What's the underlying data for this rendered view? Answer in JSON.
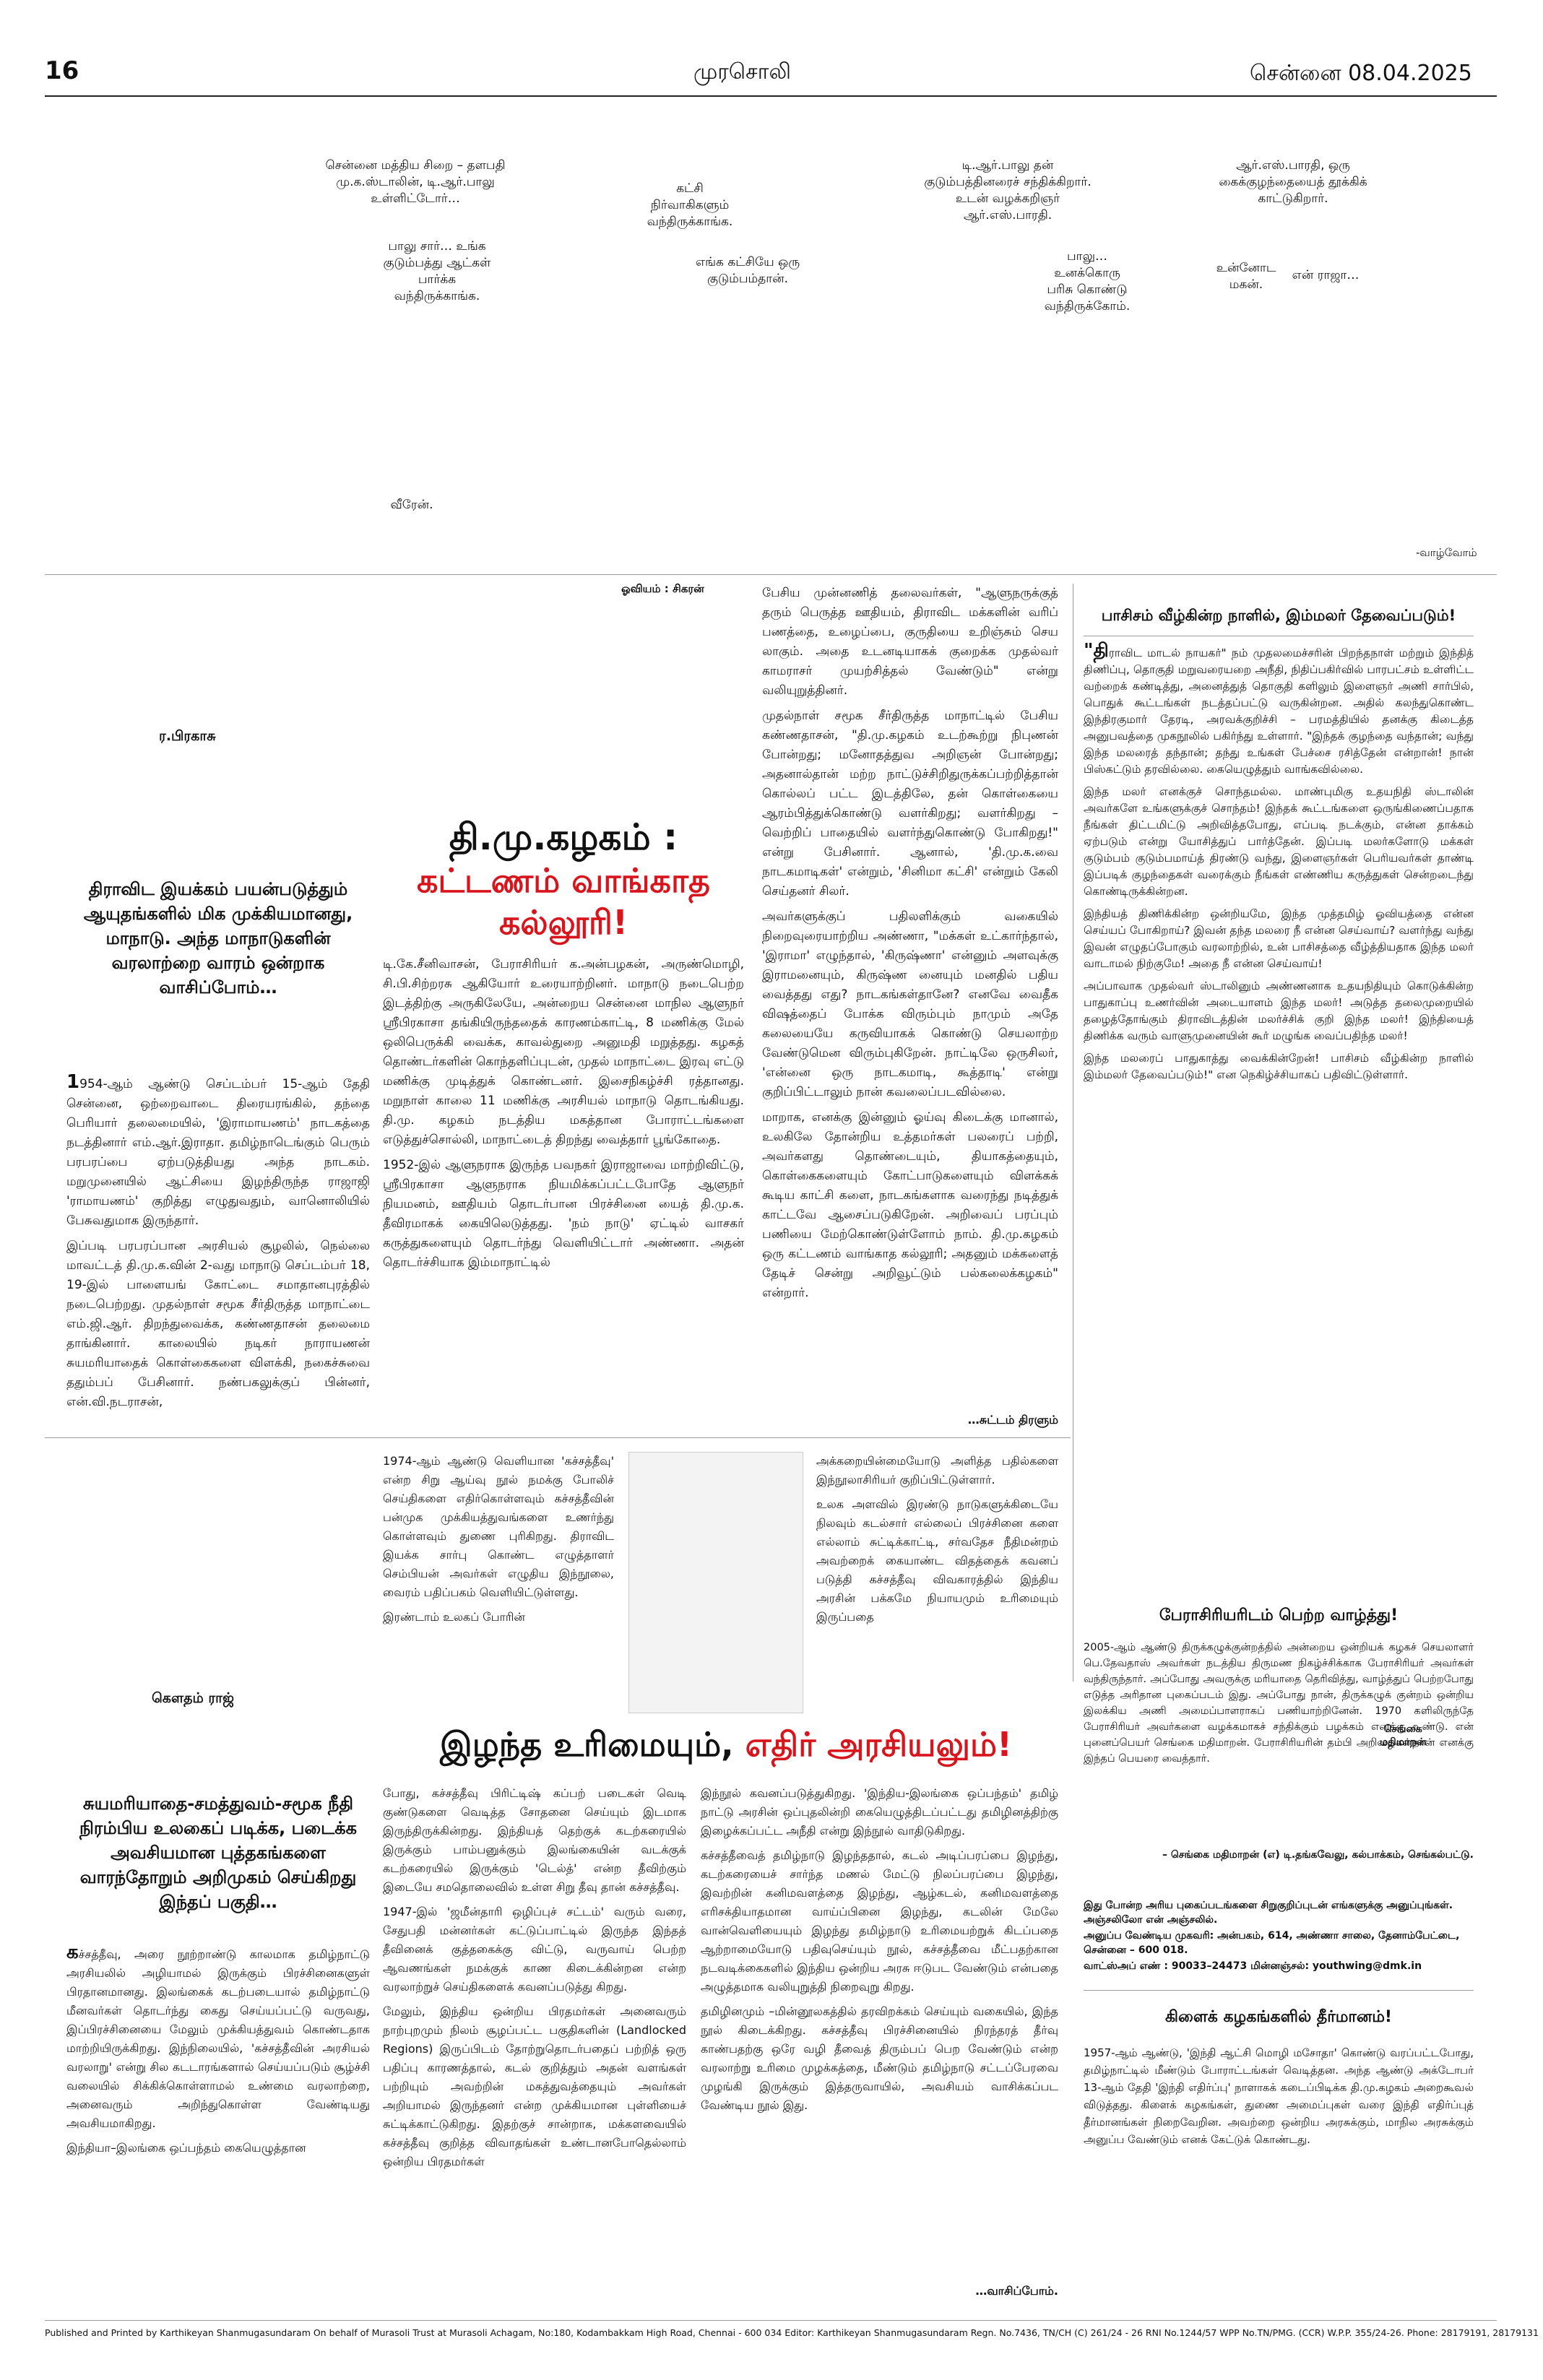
{
  "masthead": {
    "page_number": "16",
    "paper_name": "முரசொலி",
    "date_line": "சென்னை 08.04.2025"
  },
  "cartoon": {
    "bubbles": [
      "சென்னை மத்திய சிறை – தளபதி மு.க.ஸ்டாலின், டி.ஆர்.பாலு உள்ளிட்டோர்…",
      "கட்சி நிர்வாகிகளும் வந்திருக்காங்க.",
      "டி.ஆர்.பாலு தன் குடும்பத்தினரைச் சந்திக்கிறார். உடன் வழக்கறிஞர் ஆர்.எஸ்.பாரதி.",
      "ஆர்.எஸ்.பாரதி, ஒரு கைக்குழந்தையைத் தூக்கிக் காட்டுகிறார்.",
      "பாலு சார்… உங்க குடும்பத்து ஆட்கள் பார்க்க வந்திருக்காங்க.",
      "எங்க கட்சியே ஒரு குடும்பம்தான்.",
      "பாலு… உனக்கொரு பரிசு கொண்டு வந்திருக்கோம்.",
      "உன்னோட மகன்.",
      "என் ராஜா…",
      "வீரேன்."
    ],
    "signoff": "-வாழ்வோம்",
    "artist_credit": "ஓவியம் : சிகரன்"
  },
  "article1": {
    "author": "ர.பிரகாசு",
    "title_line1": "தி.மு.கழகம் :",
    "title_line2": "கட்டணம் வாங்காத",
    "title_line3": "கல்லூரி!",
    "intro": "திராவிட இயக்கம் பயன்படுத்தும் ஆயுதங்களில் மிக முக்கியமானது, மாநாடு. அந்த மாநாடுகளின் வரலாற்றை வாரம் ஒன்றாக வாசிப்போம்…",
    "col1": [
      "1954-ஆம் ஆண்டு செப்டம்பர் 15-ஆம் தேதி சென்னை, ஒற்றைவாடை திரையரங்கில், தந்தை பெரியார் தலைமையில், 'இராமாயணம்' நாடகத்தை நடத்தினார் எம்.ஆர்.இராதா. தமிழ்நாடெங்கும் பெரும் பரபரப்பை ஏற்படுத்தியது அந்த நாடகம். மறுமுனையில் ஆட்சியை இழந்திருந்த ராஜாஜி 'ராமாயணம்' குறித்து எழுதுவதும், வானொலியில் பேசுவதுமாக இருந்தார்.",
      "இப்படி பரபரப்பான அரசியல் சூழலில், நெல்லை மாவட்டத் தி.மு.க.வின் 2-வது மாநாடு செப்டம்பர் 18, 19-இல் பாளையங் கோட்டை சமாதானபுரத்தில் நடைபெற்றது. முதல்நாள் சமூக சீர்திருத்த மாநாட்டை எம்.ஜி.ஆர். திறந்துவைக்க, கண்ணதாசன் தலைமை தாங்கினார். காலையில் நடிகர் நாராயணன் சுயமரியாதைக் கொள்கைகளை விளக்கி, நகைச்சுவை ததும்பப் பேசினார். நண்பகலுக்குப் பின்னர், என்.வி.நடராசன்,"
    ],
    "col2": [
      "டி.கே.சீனிவாசன், பேராசிரியர் க.அன்பழகன், அருண்மொழி, சி.பி.சிற்றரசு ஆகியோர் உரையாற்றினர். மாநாடு நடைபெற்ற இடத்திற்கு அருகிலேயே, அன்றைய சென்னை மாநில ஆளுநர் ஸ்ரீபிரகாசா தங்கியிருந்ததைக் காரணம்காட்டி, 8 மணிக்கு மேல் ஒலிபெருக்கி வைக்க, காவல்துறை அனுமதி மறுத்தது. கழகத் தொண்டர்களின் கொந்தளிப்புடன், முதல் மாநாட்டை இரவு எட்டு மணிக்கு முடித்துக் கொண்டனர். இசைநிகழ்ச்சி ரத்தானது. மறுநாள் காலை 11 மணிக்கு அரசியல் மாநாடு தொடங்கியது. தி.மு. கழகம் நடத்திய மகத்தான போராட்டங்களை எடுத்துச்சொல்லி, மாநாட்டைத் திறந்து வைத்தார் பூங்கோதை.",
      "1952-இல் ஆளுநராக இருந்த பவநகர் இராஜாவை மாற்றிவிட்டு, ஸ்ரீபிரகாசா ஆளுநராக நியமிக்கப்பட்டபோதே ஆளுநர் நியமனம், ஊதியம் தொடர்பான பிரச்சினை யைத் தி.மு.க. தீவிரமாகக் கையிலெடுத்தது. 'நம் நாடு' ஏட்டில் வாசகர் கருத்துகளையும் தொடர்ந்து வெளியிட்டார் அண்ணா. அதன் தொடர்ச்சியாக இம்மாநாட்டில்"
    ],
    "col3": [
      "பேசிய முன்னணித் தலைவர்கள், \"ஆளுநருக்குத் தரும் பெருத்த ஊதியம், திராவிட மக்களின் வரிப் பணத்தை, உழைப்பை, குருதியை உறிஞ்சும் செய லாகும். அதை உடனடியாகக் குறைக்க முதல்வர் காமராசர் முயற்சித்தல் வேண்டும்\" என்று வலியுறுத்தினர்.",
      "முதல்நாள் சமூக சீர்திருத்த மாநாட்டில் பேசிய கண்ணதாசன், \"தி.மு.கழகம் உடற்கூற்று நிபுணன் போன்றது; மனோதத்துவ அறிஞன் போன்றது; அதனால்தான் மற்ற நாட்டுச்சிறிதுருக்கப்பற்றித்தான் கொல்லப் பட்ட இடத்திலே, தன் கொள்கையை ஆரம்பித்துக்கொண்டு வளர்கிறது; வளர்கிறது – வெற்றிப் பாதையில் வளர்ந்துகொண்டு போகிறது!\" என்று பேசினார். ஆனால், 'தி.மு.க.வை நாடகமாடிகள்' என்றும், 'சினிமா கட்சி' என்றும் கேலி செய்தனர் சிலர்.",
      "அவர்களுக்குப் பதிலளிக்கும் வகையில் நிறைவுரையாற்றிய அண்ணா, \"மக்கள் உட்கார்ந்தால், 'இராமா' எழுந்தால், 'கிருஷ்ணா' என்னும் அளவுக்கு இராமனையும், கிருஷ்ண னையும் மனதில் பதிய வைத்தது எது? நாடகங்கள்தானே? எனவே வைதீக விஷத்தைப் போக்க விரும்பும் நாமும் அதே கலையையே கருவியாகக் கொண்டு செயலாற்ற வேண்டுமென விரும்புகிறேன். நாட்டிலே ஒருசிலர், 'என்னை ஒரு நாடகமாடி, கூத்தாடி' என்று குறிப்பிட்டாலும் நான் கவலைப்படவில்லை.",
      "மாறாக, எனக்கு இன்னும் ஓய்வு கிடைக்கு மானால், உலகிலே தோன்றிய உத்தமர்கள் பலரைப் பற்றி, அவர்களது தொண்டையும், தியாகத்தையும், கொள்கைகளையும் கோட்பாடுகளையும் விளக்கக் கூடிய காட்சி களை, நாடகங்களாக வரைந்து நடித்துக் காட்டவே ஆசைப்படுகிறேன். அறிவைப் பரப்பும் பணியை மேற்கொண்டுள்ளோம் நாம். தி.மு.கழகம் ஒரு கட்டணம் வாங்காத கல்லூரி; அதனும் மக்களைத் தேடிச் சென்று அறிவூட்டும் பல்கலைக்கழகம்\" என்றார்."
    ],
    "continued": "…சுட்டம் திரளும்"
  },
  "article2": {
    "author": "கௌதம் ராஜ்",
    "title_black": "இழந்த உரிமையும், ",
    "title_red": "எதிர் அரசியலும்!",
    "intro": "சுயமரியாதை-சமத்துவம்-சமூக நீதி நிரம்பிய உலகைப் படிக்க, படைக்க அவசியமான புத்தகங்களை வாரந்தோறும் அறிமுகம் செய்கிறது இந்தப் பகுதி…",
    "col1": [
      "கச்சத்தீவு, அரை நூற்றாண்டு காலமாக தமிழ்நாட்டு அரசியலில் அழியாமல் இருக்கும் பிரச்சினைகளுள் பிரதானமானது. இலங்கைக் கடற்படையால் தமிழ்நாட்டு மீனவர்கள் தொடர்ந்து கைது செய்யப்பட்டு வருவது, இப்பிரச்சினையை மேலும் முக்கியத்துவம் கொண்டதாக மாற்றியிருக்கிறது. இந்நிலையில், 'கச்சத்தீவின் அரசியல் வரலாறு' என்று சில கடடாரங்களால் செய்யப்படும் சூழ்ச்சி வலையில் சிக்கிக்கொள்ளாமல் உண்மை வரலாற்றை, அனைவரும் அறிந்துகொள்ள வேண்டியது அவசியமாகிறது.",
      "இந்தியா–இலங்கை ஒப்பந்தம் கையெழுத்தான"
    ],
    "upper_left": [
      "1974-ஆம் ஆண்டு வெளியான 'கச்சத்தீவு' என்ற சிறு ஆய்வு நூல் நமக்கு போலிச் செய்திகளை எதிர்கொள்ளவும் கச்சத்தீவின் பன்முக முக்கியத்துவங்களை உணர்ந்து கொள்ளவும் துணை புரிகிறது. திராவிட இயக்க சார்பு கொண்ட எழுத்தாளர் செம்பியன் அவர்கள் எழுதிய இந்நூலை, வைரம் பதிப்பகம் வெளியிட்டுள்ளது.",
      "இரண்டாம் உலகப் போரின்"
    ],
    "upper_right": [
      "அக்கறையின்மையோடு அளித்த பதில்களை இந்நூலாசிரியர் குறிப்பிட்டுள்ளார்.",
      "உலக அளவில் இரண்டு நாடுகளுக்கிடையே நிலவும் கடல்சார் எல்லைப் பிரச்சினை களை எல்லாம் சுட்டிக்காட்டி, சர்வதேச நீதிமன்றம் அவற்றைக் கையாண்ட விதத்தைக் கவனப் படுத்தி கச்சத்தீவு விவகாரத்தில் இந்திய அரசின் பக்கமே நியாயமும் உரிமையும் இருப்பதை"
    ],
    "col2": [
      "போது, கச்சத்தீவு பிரிட்டிஷ் கப்பற் படைகள் வெடி குண்டுகளை வெடித்த சோதனை செய்யும் இடமாக இருந்திருக்கின்றது. இந்தியத் தெற்குக் கடற்கரையில் இருக்கும் பாம்பனுக்கும் இலங்கையின் வடக்குக் கடற்கரையில் இருக்கும் 'டெல்த்' என்ற தீவிற்கும் இடையே சமதொலைவில் உள்ள சிறு தீவு தான் கச்சத்தீவு.",
      "1947-இல் 'ஜமீன்தாரி ஒழிப்புச் சட்டம்' வரும் வரை, சேதுபதி மன்னர்கள் கட்டுப்பாட்டில் இருந்த இந்தத் தீவினைக் குத்தகைக்கு விட்டு, வருவாய் பெற்ற ஆவணங்கள் நமக்குக் காண கிடைக்கின்றன என்ற வரலாற்றுச் செய்திகளைக் கவனப்படுத்து கிறது.",
      "மேலும், இந்திய ஒன்றிய பிரதமர்கள் அனைவரும் நாற்புறமும் நிலம் சூழப்பட்ட பகுதிகளின் (Landlocked Regions) இருப்பிடம் தோற்றுதொடர்பதைப் பற்றித் ஒரு பதிப்பு காரணத்தால், கடல் குறித்தும் அதன் வளங்கள் பற்றியும் அவற்றின் மகத்துவத்தையும் அவர்கள் அறியாமல் இருந்தனர் என்ற முக்கியமான புள்ளியைச் சுட்டிக்காட்டுகிறது. இதற்குச் சான்றாக, மக்களவையில் கச்சத்தீவு குறித்த விவாதங்கள் உண்டானபோதெல்லாம் ஒன்றிய பிரதமர்கள்"
    ],
    "col3": [
      "இந்நூல் கவனப்படுத்துகிறது. 'இந்திய-இலங்கை ஒப்பந்தம்' தமிழ் நாட்டு அரசின் ஒப்புதலின்றி கையெழுத்திடப்பட்டது தமிழினத்திற்கு இழைக்கப்பட்ட அநீதி என்று இந்நூல் வாதிடுகிறது.",
      "கச்சத்தீவைத் தமிழ்நாடு இழந்ததால், கடல் அடிப்பரப்பை இழந்து, கடற்கரையைச் சார்ந்த மணல் மேட்டு நிலப்பரப்பை இழந்து, இவற்றின் கனிமவளத்தை இழந்து, ஆழ்கடல், கனிமவளத்தை எரிசக்தியாதமான வாய்ப்பினை இழந்து, கடலின் மேலே வான்வெளியையும் இழந்து தமிழ்நாடு உரிமையற்றுக் கிடப்பதை ஆற்றாமையோடு பதிவுசெய்யும் நூல், கச்சத்தீவை மீட்பதற்கான நடவடிக்கைகளில் இந்திய ஒன்றிய அரசு ஈடுபட வேண்டும் என்பதை அழுத்தமாக வலியுறுத்தி நிறைவுறு கிறது.",
      "தமிழினமும் –மின்னூலகத்தில் தரவிறக்கம் செய்யும் வகையில், இந்த நூல் கிடைக்கிறது. கச்சத்தீவு பிரச்சினையில் நிரந்தரத் தீர்வு காண்பதற்கு ஒரே வழி தீவைத் திரும்பப் பெற வேண்டும் என்ற வரலாற்று உரிமை முழக்கத்தை, மீண்டும் தமிழ்நாடு சட்டப்பேரவை முழங்கி இருக்கும் இத்தருவாயில், அவசியம் வாசிக்கப்பட வேண்டிய நூல் இது."
    ],
    "continued": "…வாசிப்போம்."
  },
  "sidebar": {
    "box1": {
      "title": "பாசிசம் வீழ்கின்ற நாளில், இம்மலர் தேவைப்படும்!",
      "paras": [
        "\"திராவிட மாடல் நாயகர்\" நம் முதலமைச்சரின் பிறந்தநாள் மற்றும் இந்தித் திணிப்பு, தொகுதி மறுவரையறை அநீதி, நிதிப்பகிர்வில் பாரபட்சம் உள்ளிட்ட வற்றைக் கண்டித்து, அனைத்துத் தொகுதி களிலும் இளைஞர் அணி சார்பில், பொதுக் கூட்டங்கள் நடத்தப்பட்டு வருகின்றன. அதில் கலந்துகொண்ட இந்திரகுமார் தேரடி, அரவக்குறிச்சி – பரமத்தியில் தனக்கு கிடைத்த அனுபவத்தை முகநூலில் பகிர்ந்து உள்ளார். \"இந்தக் குழந்தை வந்தான்; வந்து இந்த மலரைத் தந்தான்; தந்து உங்கள் பேச்சை ரசித்தேன் என்றான்! நான் பிஸ்கட்டும் தரவில்லை. கையெழுத்தும் வாங்கவில்லை.",
        "இந்த மலர் எனக்குச் சொந்தமல்ல. மாண்புமிகு உதயநிதி ஸ்டாலின் அவர்களே உங்களுக்குச் சொந்தம்! இந்தக் கூட்டங்களை ஒருங்கிணைப்பதாக நீங்கள் திட்டமிட்டு அறிவித்தபோது, எப்படி நடக்கும், என்ன தாக்கம் ஏற்படும் என்று யோசித்துப் பார்த்தேன். இப்படி மலர்களோடு மக்கள் குடும்பம் குடும்பமாய்த் திரண்டு வந்து, இளைஞர்கள் பெரியவர்கள் தாண்டி இப்படிக் குழந்தைகள் வரைக்கும் நீங்கள் எண்ணிய கருத்துகள் சென்றடைந்து கொண்டிருக்கின்றன.",
        "இந்தியத் திணிக்கின்ற ஒன்றியமே, இந்த முத்தமிழ் ஓவியத்தை என்ன செய்யப் போகிறாய்? இவன் தந்த மலரை நீ என்ன செய்வாய்? வளர்ந்து வந்து இவன் எழுதப்போகும் வரலாற்றில், உன் பாசிசத்தை வீழ்த்தியதாக இந்த மலர் வாடாமல் நிற்குமே! அதை நீ என்ன செய்வாய்!",
        "அப்பாவாக முதல்வர் ஸ்டாலினும் அண்ணனாக உதயநிதியும் கொடுக்கின்ற பாதுகாப்பு உணர்வின் அடையாளம் இந்த மலர்! அடுத்த தலைமுறையில் தழைத்தோங்கும் திராவிடத்தின் மலர்ச்சிக் குறி இந்த மலர்! இந்தியைத் திணிக்க வரும் வாளுமுனையின் கூர் மழுங்க வைப்பதிந்த மலர்!",
        "இந்த மலரைப் பாதுகாத்து வைக்கின்றேன்! பாசிசம் வீழ்கின்ற நாளில் இம்மலர் தேவைப்படும்!\" என நெகிழ்ச்சியாகப் பதிவிட்டுள்ளார்."
      ]
    },
    "box2": {
      "title": "பேராசிரியரிடம் பெற்ற வாழ்த்து!",
      "text": "2005-ஆம் ஆண்டு திருக்கழுக்குன்றத்தில் அன்றைய ஒன்றியக் கழகச் செயலாளர் பெ.தேவதாஸ் அவர்கள் நடத்திய திருமண நிகழ்ச்சிக்காக பேராசிரியர் அவர்கள் வந்திருந்தார். அப்போது அவருக்கு மரியாதை தெரிவித்து, வாழ்த்துப் பெற்றபோது எடுத்த அரிதான புகைப்படம் இது. அப்போது நான், திருக்கழுக் குன்றம் ஒன்றிய இலக்கிய அணி அமைப்பாளராகப் பணியாற்றினேன். 1970 களிலிருந்தே பேராசிரியர் அவர்களை வழக்கமாகச் சந்திக்கும் பழக்கம் எனக்கு உண்டு. என் புனைப்பெயர் செங்கை மதிமாறன். பேராசிரியரின் தம்பி அறிவழகன்தான் எனக்கு இந்தப் பெயரை வைத்தார்.",
      "photo_caption_line1": "செங்கை",
      "photo_caption_line2": "மதிமாறன்",
      "signature": "– செங்கை மதிமாறன் (எ) டி.தங்கவேலு, கல்பாக்கம், செங்கல்பட்டு."
    },
    "notice": {
      "line1": "இது போன்ற அரிய புகைப்படங்களை சிறுகுறிப்புடன் எங்களுக்கு அனுப்புங்கள். அஞ்சலிலோ என் அஞ்சலில்.",
      "line2": "அனுப்ப வேண்டிய முகவரி: அன்பகம், 614, அண்ணா சாலை, தேனாம்பேட்டை, சென்னை – 600 018.",
      "line3": "வாட்ஸ்அப் எண் : 90033–24473 மின்னஞ்சல்: youthwing@dmk.in"
    },
    "box3": {
      "title": "கிளைக் கழகங்களில் தீர்மானம்!",
      "text": "1957-ஆம் ஆண்டு, 'இந்தி ஆட்சி மொழி மசோதா' கொண்டு வரப்பட்டபோது, தமிழ்நாட்டில் மீண்டும் போராட்டங்கள் வெடித்தன. அந்த ஆண்டு அக்டோபர் 13-ஆம் தேதி 'இந்தி எதிர்ப்பு' நாளாகக் கடைப்பிடிக்க தி.மு.கழகம் அறைகூவல் விடுத்தது. கிளைக் கழகங்கள், துணை அமைப்புகள் வரை இந்தி எதிர்ப்புத் தீர்மானங்கள் நிறைவேறின. அவற்றை ஒன்றிய அரசுக்கும், மாநில அரசுக்கும் அனுப்ப வேண்டும் எனக் கேட்டுக் கொண்டது."
    }
  },
  "footer": {
    "imprint": "Published and Printed by Karthikeyan Shanmugasundaram On behalf of Murasoli Trust at Murasoli Achagam, No:180, Kodambakkam High Road, Chennai - 600 034 Editor: Karthikeyan Shanmugasundaram Regn. No.7436, TN/CH (C) 261/24 - 26 RNI No.1244/57 WPP No.TN/PMG. (CCR) W.P.P. 355/24-26. Phone: 28179191, 28179131"
  }
}
